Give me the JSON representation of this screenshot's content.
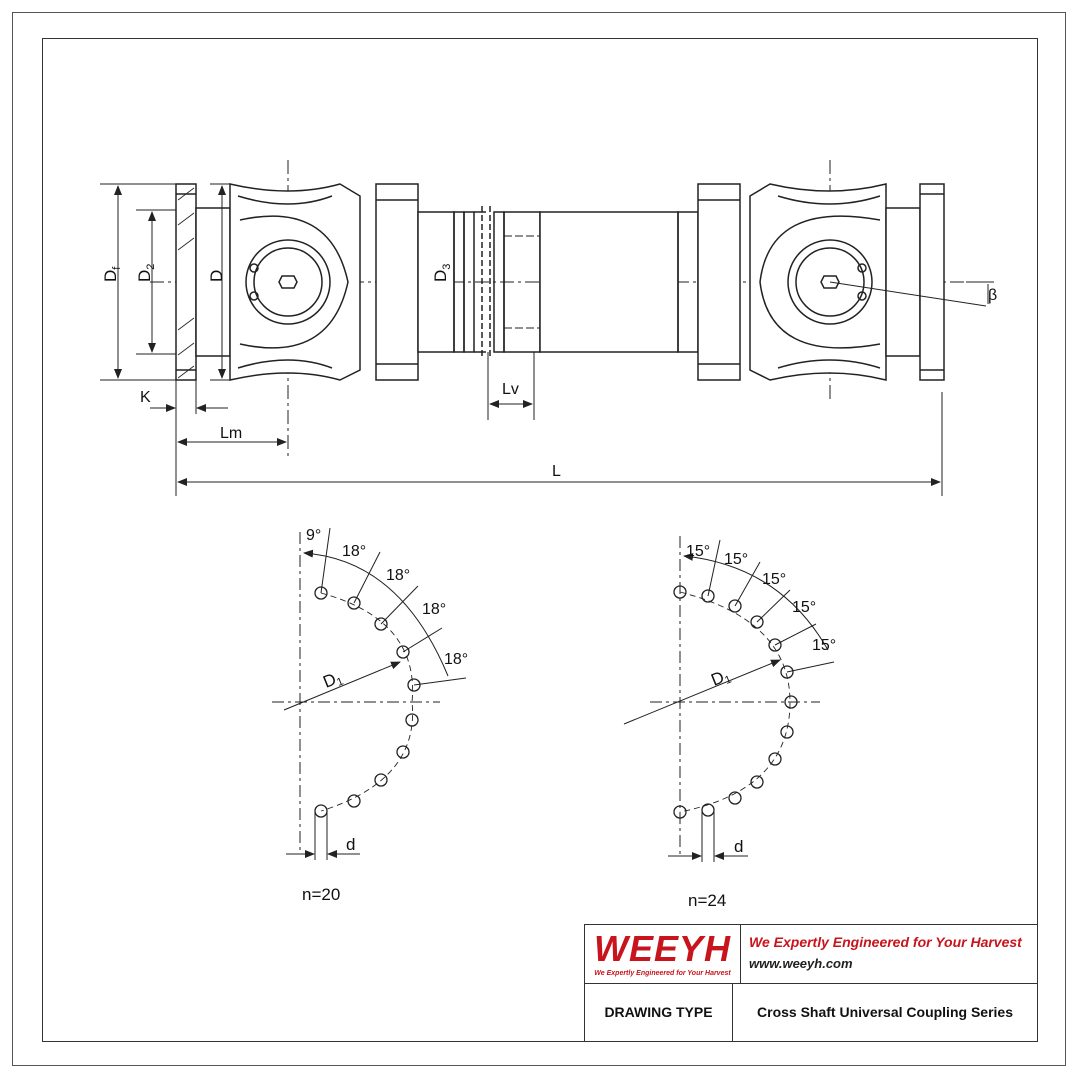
{
  "drawing": {
    "dimensions": {
      "df": "D",
      "df_sub": "f",
      "d2": "D",
      "d2_sub": "2",
      "d": "D",
      "d3": "D",
      "d3_sub": "3",
      "k": "K",
      "lm": "Lm",
      "lv": "Lv",
      "l": "L",
      "beta": "β"
    },
    "flange_left": {
      "angles": [
        "9°",
        "18°",
        "18°",
        "18°",
        "18°"
      ],
      "diameter": "D",
      "diameter_sub": "1",
      "hole": "d",
      "count": "n=20"
    },
    "flange_right": {
      "angles": [
        "15°",
        "15°",
        "15°",
        "15°",
        "15°"
      ],
      "diameter": "D",
      "diameter_sub": "1",
      "hole": "d",
      "count": "n=24"
    }
  },
  "title_block": {
    "logo": "WEEYH",
    "logo_tagline": "We Expertly Engineered for Your Harvest",
    "slogan": "We Expertly Engineered for Your Harvest",
    "website": "www.weeyh.com",
    "drawing_type_label": "DRAWING TYPE",
    "drawing_type_value": "Cross Shaft Universal Coupling Series"
  }
}
